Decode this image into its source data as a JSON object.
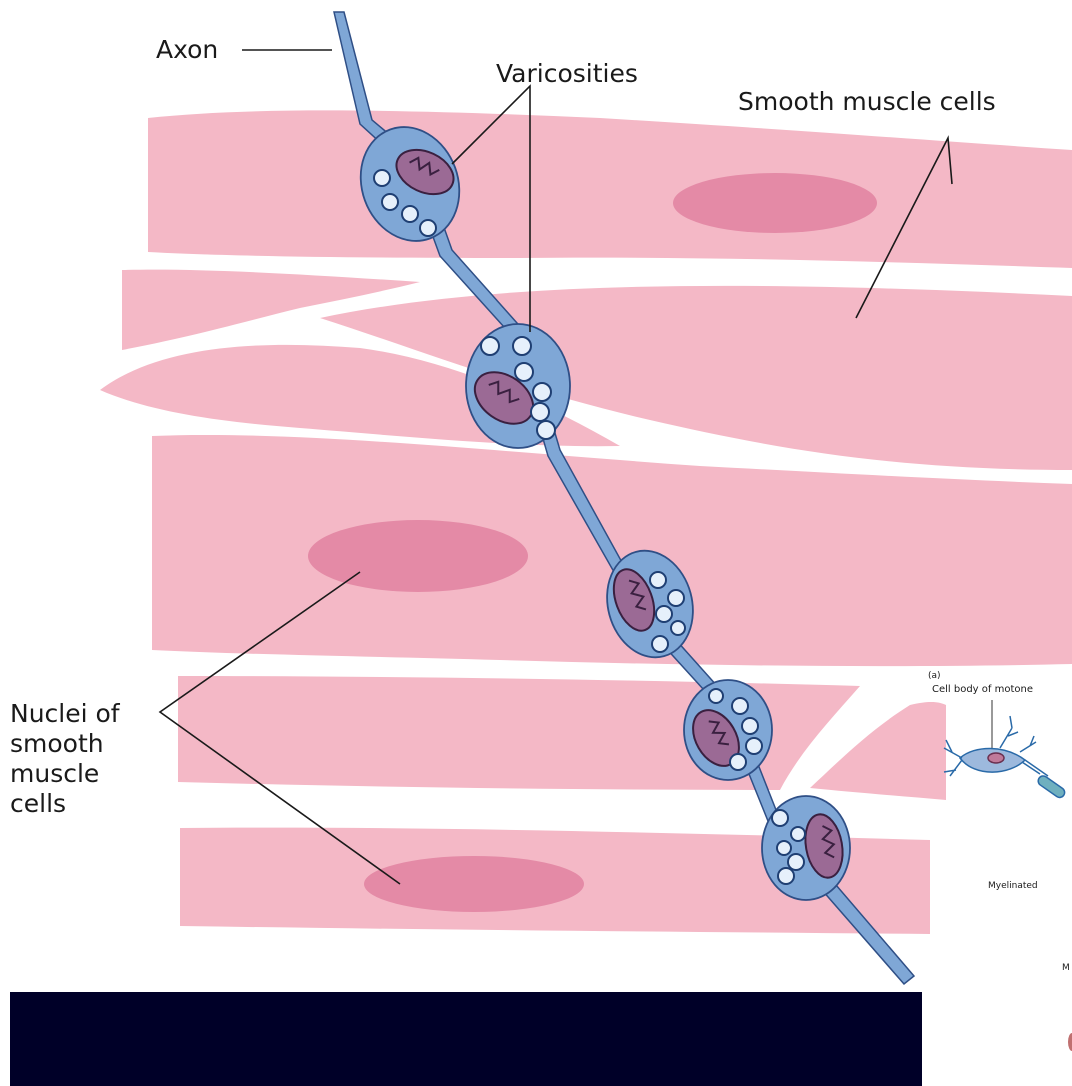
{
  "labels": {
    "axon": "Axon",
    "varicosities": "Varicosities",
    "smooth_muscle_cells": "Smooth muscle cells",
    "nuclei": [
      "Nuclei of",
      "smooth",
      "muscle",
      "cells"
    ]
  },
  "inset": {
    "panel": "(a)",
    "cell_body": "Cell body of motone",
    "myelinated": "Myelinated",
    "m": "M"
  },
  "colors": {
    "muscle": "#f4b8c6",
    "nucleus": "#e48aa6",
    "axon": "#7fa7d6",
    "axon_stroke": "#2f4f86",
    "mitochondrion": "#9b6a95",
    "dark_panel": "#000028"
  }
}
